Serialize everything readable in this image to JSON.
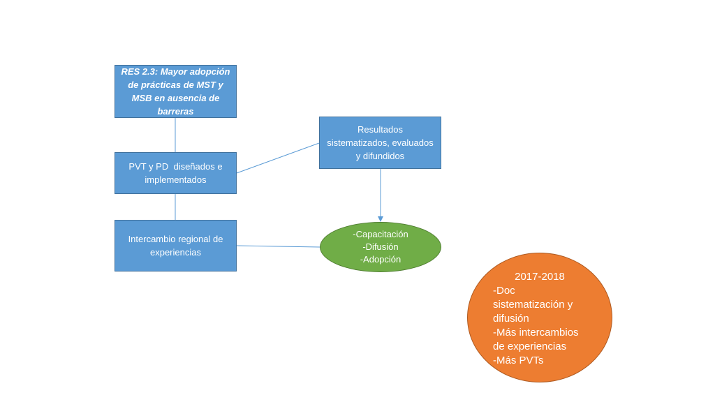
{
  "boxes": {
    "res": [
      "RES 2.3: Mayor adopción",
      "de prácticas de MST y",
      "MSB en ausencia de",
      "barreras"
    ],
    "pvt": [
      "PVT y PD  diseñados e",
      "implementados"
    ],
    "intercambio": [
      "Intercambio regional de",
      "experiencias"
    ],
    "resultados": [
      "Resultados",
      "sistematizados, evaluados",
      "y difundidos"
    ]
  },
  "ellipse": {
    "lines": [
      "-Capacitación",
      "-Difusión",
      "-Adopción"
    ]
  },
  "circle": {
    "title": "2017-2018",
    "lines": [
      "-Doc",
      "sistematización y",
      "difusión",
      "-Más intercambios",
      "de experiencias",
      "-Más PVTs"
    ]
  },
  "colors": {
    "box_fill": "#5b9bd5",
    "box_border": "#41719c",
    "ellipse_fill": "#70ad47",
    "circle_fill": "#ed7d31",
    "connector": "#5b9bd5"
  }
}
